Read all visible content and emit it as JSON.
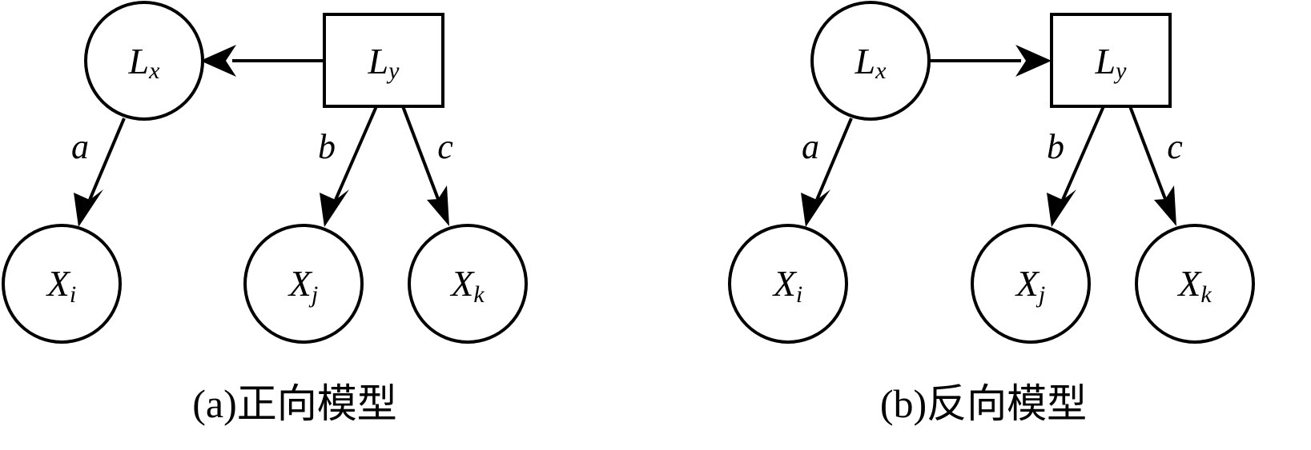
{
  "panels": [
    {
      "caption": "(a)正向模型",
      "nodes": {
        "lx": {
          "main": "L",
          "sub": "x"
        },
        "ly": {
          "main": "L",
          "sub": "y"
        },
        "xi": {
          "main": "X",
          "sub": "i"
        },
        "xj": {
          "main": "X",
          "sub": "j"
        },
        "xk": {
          "main": "X",
          "sub": "k"
        }
      },
      "edge_labels": {
        "a": "a",
        "b": "b",
        "c": "c"
      }
    },
    {
      "caption": "(b)反向模型",
      "nodes": {
        "lx": {
          "main": "L",
          "sub": "x"
        },
        "ly": {
          "main": "L",
          "sub": "y"
        },
        "xi": {
          "main": "X",
          "sub": "i"
        },
        "xj": {
          "main": "X",
          "sub": "j"
        },
        "xk": {
          "main": "X",
          "sub": "k"
        }
      },
      "edge_labels": {
        "a": "a",
        "b": "b",
        "c": "c"
      }
    }
  ],
  "colors": {
    "stroke": "#000000",
    "background": "#ffffff"
  }
}
